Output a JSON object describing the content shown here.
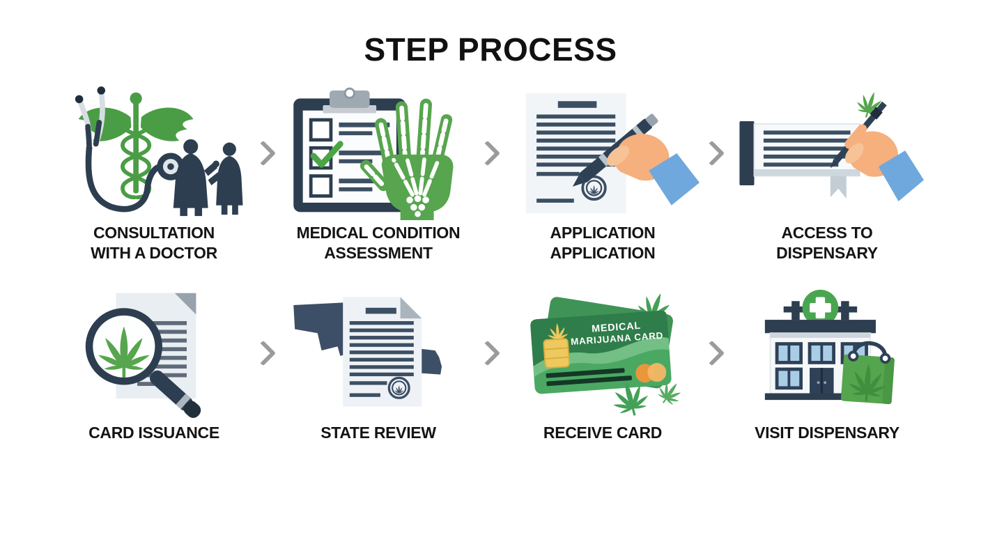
{
  "title": "STEP PROCESS",
  "steps": [
    {
      "label": "CONSULTATION\nWITH A DOCTOR",
      "icon": "doctor-consultation-icon"
    },
    {
      "label": "MEDICAL CONDITION\nASSESSMENT",
      "icon": "medical-assessment-icon"
    },
    {
      "label": "APPLICATION\nAPPLICATION",
      "icon": "application-signing-icon"
    },
    {
      "label": "ACCESS TO\nDISPENSARY",
      "icon": "dispensary-access-icon"
    },
    {
      "label": "CARD ISSUANCE",
      "icon": "card-issuance-icon"
    },
    {
      "label": "STATE REVIEW",
      "icon": "state-review-icon"
    },
    {
      "label": "RECEIVE CARD",
      "icon": "receive-card-icon"
    },
    {
      "label": "VISIT DISPENSARY",
      "icon": "visit-dispensary-icon"
    }
  ],
  "card": {
    "line1": "MEDICAL",
    "line2": "MARIJUANA CARD"
  },
  "colors": {
    "navy": "#2d3e50",
    "green": "#55a44e",
    "card_green_front": "#4aa863",
    "card_green_dark": "#2f7d4a",
    "orange": "#f2a23e",
    "sleeve_blue": "#6fa8dc",
    "skin": "#f5b07e",
    "arrow_gray": "#9b9b9b",
    "paper": "#eef2f6",
    "text": "#141414"
  }
}
